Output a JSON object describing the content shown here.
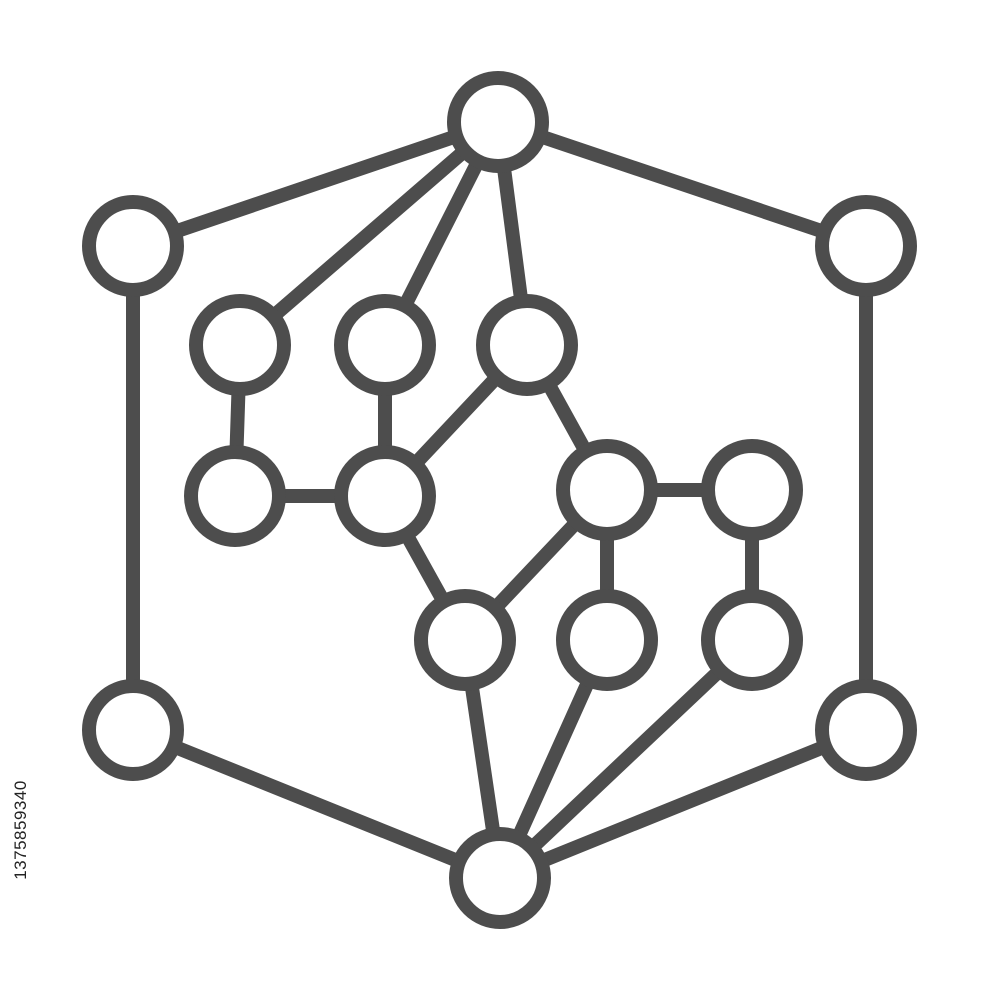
{
  "colors": {
    "stroke": "#4d4d4d",
    "fill": "#ffffff",
    "background": "#ffffff"
  },
  "diagram": {
    "nodes": [
      {
        "id": "top"
      },
      {
        "id": "left-top"
      },
      {
        "id": "right-top"
      },
      {
        "id": "inner-a"
      },
      {
        "id": "inner-b"
      },
      {
        "id": "inner-c"
      },
      {
        "id": "inner-d"
      },
      {
        "id": "inner-e"
      },
      {
        "id": "inner-f"
      },
      {
        "id": "inner-g"
      },
      {
        "id": "inner-h"
      },
      {
        "id": "inner-i"
      },
      {
        "id": "inner-j"
      },
      {
        "id": "left-bottom"
      },
      {
        "id": "right-bottom"
      },
      {
        "id": "bottom"
      }
    ],
    "edges": [
      [
        "top",
        "left-top"
      ],
      [
        "top",
        "right-top"
      ],
      [
        "top",
        "inner-a"
      ],
      [
        "top",
        "inner-b"
      ],
      [
        "top",
        "inner-c"
      ],
      [
        "left-top",
        "left-bottom"
      ],
      [
        "right-top",
        "right-bottom"
      ],
      [
        "left-bottom",
        "bottom"
      ],
      [
        "right-bottom",
        "bottom"
      ],
      [
        "inner-a",
        "inner-d"
      ],
      [
        "inner-b",
        "inner-e"
      ],
      [
        "inner-d",
        "inner-e"
      ],
      [
        "inner-c",
        "inner-e"
      ],
      [
        "inner-c",
        "inner-f"
      ],
      [
        "inner-f",
        "inner-g"
      ],
      [
        "inner-e",
        "inner-h"
      ],
      [
        "inner-f",
        "inner-h"
      ],
      [
        "inner-f",
        "inner-i"
      ],
      [
        "inner-g",
        "inner-j"
      ],
      [
        "inner-h",
        "bottom"
      ],
      [
        "inner-i",
        "bottom"
      ],
      [
        "inner-j",
        "bottom"
      ]
    ]
  },
  "watermark": {
    "stock_id": "1375859340"
  }
}
